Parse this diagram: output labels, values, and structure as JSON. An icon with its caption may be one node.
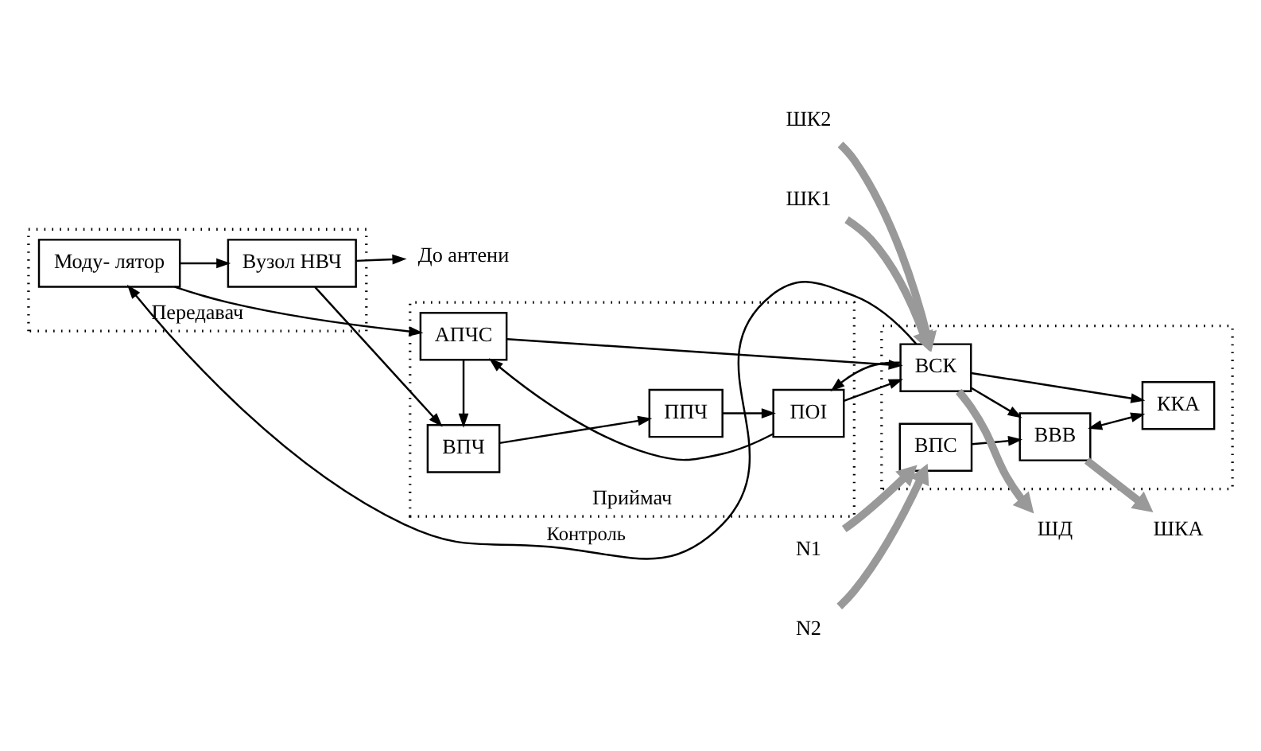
{
  "diagram": {
    "nodes": [
      {
        "text": [
          "Передавач"
        ]
      },
      {
        "text": [
          "Моду- лятор"
        ],
        "in": 0
      },
      {
        "text": [
          "Вузол НВЧ"
        ],
        "in": 0
      },
      {
        "text": [
          "Приймач"
        ]
      },
      {
        "text": [
          "ВПЧ"
        ],
        "in": 3
      },
      {
        "text": [
          "АПЧС"
        ],
        "in": 3
      },
      {
        "text": [
          "ППЧ"
        ],
        "in": 3
      },
      {
        "text": [
          "ПОІ"
        ],
        "in": 3
      },
      {
        "text": [],
        "shape": "box"
      },
      {
        "text": [
          "ВПС"
        ],
        "in": 8
      },
      {
        "text": [
          "ВВВ"
        ],
        "in": 8
      },
      {
        "text": [
          "ККА"
        ],
        "in": 8
      },
      {
        "text": [
          "ВСК"
        ],
        "in": 8
      },
      {
        "text": [
          "До антени"
        ]
      },
      {
        "text": [
          "N1"
        ]
      },
      {
        "text": [
          "N2"
        ]
      },
      {
        "text": [
          "ШКА"
        ]
      },
      {
        "text": [
          "ШК2"
        ]
      },
      {
        "text": [
          "ШК1"
        ]
      },
      {
        "text": [
          "ШД"
        ]
      }
    ],
    "edges": [
      {
        "from": 1,
        "to": 2,
        "arrow": "to"
      },
      {
        "from": 2,
        "to": 4,
        "arrow": "to"
      },
      {
        "from": 5,
        "to": 4,
        "arrow": "to"
      },
      {
        "from": 1,
        "to": 5,
        "arrow": "to"
      },
      {
        "from": 12,
        "to": 1,
        "arrow": "to",
        "label": "Контроль"
      },
      {
        "from": 2,
        "to": 13,
        "arrow": "to"
      },
      {
        "from": 4,
        "to": 6,
        "arrow": "to"
      },
      {
        "from": 6,
        "to": 7,
        "arrow": "to"
      },
      {
        "from": 7,
        "to": 5,
        "arrow": "to"
      },
      {
        "from": 5,
        "to": 12,
        "arrow": "to"
      },
      {
        "from": 7,
        "to": 12,
        "arrow": "to"
      },
      {
        "from": 12,
        "to": 7,
        "arrow": "to"
      },
      {
        "from": 12,
        "to": 10,
        "arrow": "to"
      },
      {
        "from": 9,
        "to": 10,
        "arrow": "to"
      },
      {
        "from": 10,
        "to": 11,
        "arrow": "both"
      },
      {
        "from": 12,
        "to": 11,
        "arrow": "to"
      },
      {
        "from": 14,
        "to": 9,
        "arrow": "to",
        "style": "thick",
        "color": "#999999"
      },
      {
        "from": 15,
        "to": 9,
        "arrow": "to",
        "style": "thick",
        "color": "#999999"
      },
      {
        "from": 10,
        "to": 16,
        "arrow": "to",
        "style": "thick",
        "color": "#999999"
      },
      {
        "from": 17,
        "to": 12,
        "arrow": "to",
        "style": "thick",
        "color": "#999999"
      },
      {
        "from": 18,
        "to": 12,
        "arrow": "to",
        "style": "thick",
        "color": "#999999"
      },
      {
        "from": 12,
        "to": 19,
        "arrow": "to",
        "style": "thick",
        "color": "#999999"
      }
    ]
  }
}
